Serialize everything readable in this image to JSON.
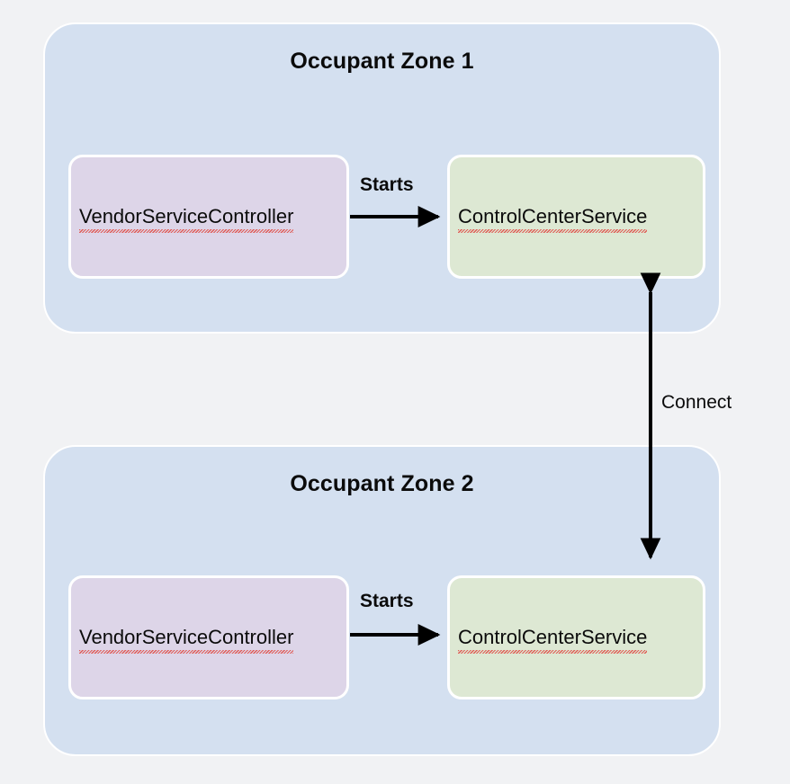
{
  "diagram": {
    "title_hidden": "",
    "background_color": "#f1f2f4",
    "zone_color": "#d4e0f0",
    "controller_color": "#ddd5e8",
    "service_color": "#dde8d3",
    "arrow_color": "#000000",
    "spellcheck_underline_color": "#e0564f"
  },
  "zones": [
    {
      "title": "Occupant Zone 1",
      "nodes": [
        {
          "label": "VendorServiceController",
          "kind": "controller"
        },
        {
          "label": "ControlCenterService",
          "kind": "service"
        }
      ],
      "edge_label": "Starts"
    },
    {
      "title": "Occupant Zone 2",
      "nodes": [
        {
          "label": "VendorServiceController",
          "kind": "controller"
        },
        {
          "label": "ControlCenterService",
          "kind": "service"
        }
      ],
      "edge_label": "Starts"
    }
  ],
  "cross_zone_edge": {
    "label": "Connect",
    "direction": "bidirectional"
  }
}
